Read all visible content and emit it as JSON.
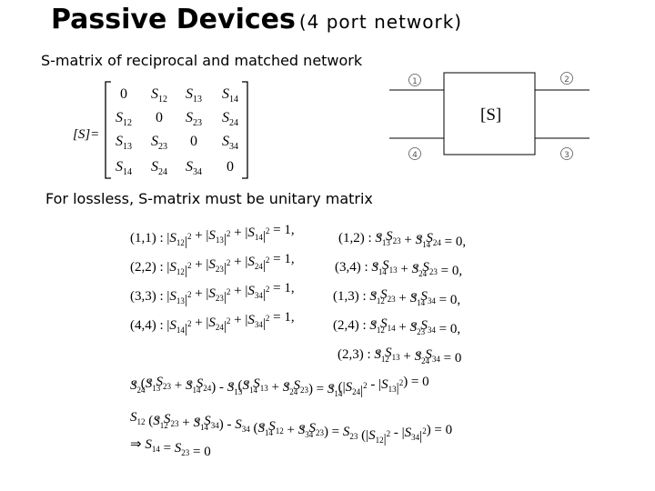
{
  "title": {
    "main": "Passive Devices",
    "sub": "(4 port network)"
  },
  "section1": "S-matrix of reciprocal and matched network",
  "section2": "For lossless, S-matrix must be unitary matrix",
  "matrix": {
    "label": "[S]=",
    "rows": [
      [
        "0",
        "S12",
        "S13",
        "S14"
      ],
      [
        "S12",
        "0",
        "S23",
        "S24"
      ],
      [
        "S13",
        "S23",
        "0",
        "S34"
      ],
      [
        "S14",
        "S24",
        "S34",
        "0"
      ]
    ]
  },
  "network": {
    "block_label": "[S]",
    "ports": [
      "1",
      "2",
      "4",
      "3"
    ]
  },
  "equations": [
    "(1,1) : |S12|^2 + |S13|^2 + |S14|^2 = 1,",
    "(1,2) : S13* S23 + S14* S24 = 0,",
    "(2,2) : |S12|^2 + |S23|^2 + |S24|^2 = 1,",
    "(3,4) : S14* S13 + S24* S23 = 0,",
    "(3,3) : |S13|^2 + |S23|^2 + |S34|^2 = 1,",
    "(1,3) : S12* S23 + S14* S34 = 0,",
    "(4,4) : |S14|^2 + |S24|^2 + |S34|^2 = 1,",
    "(2,4) : S12* S14 + S23* S34 = 0,",
    "(2,3) : S12* S13 + S24* S34 = 0",
    "S24* (S13* S23 + S14* S24) - S13* (S14* S13 + S24* S23) = S14* (|S24|^2 - |S13|^2) = 0",
    "S12 (S12* S23 + S14* S34) - S34 (S14* S12 + S34* S23) = S23 (|S12|^2 - |S34|^2) = 0",
    "⇒ S14 = S23 = 0"
  ]
}
